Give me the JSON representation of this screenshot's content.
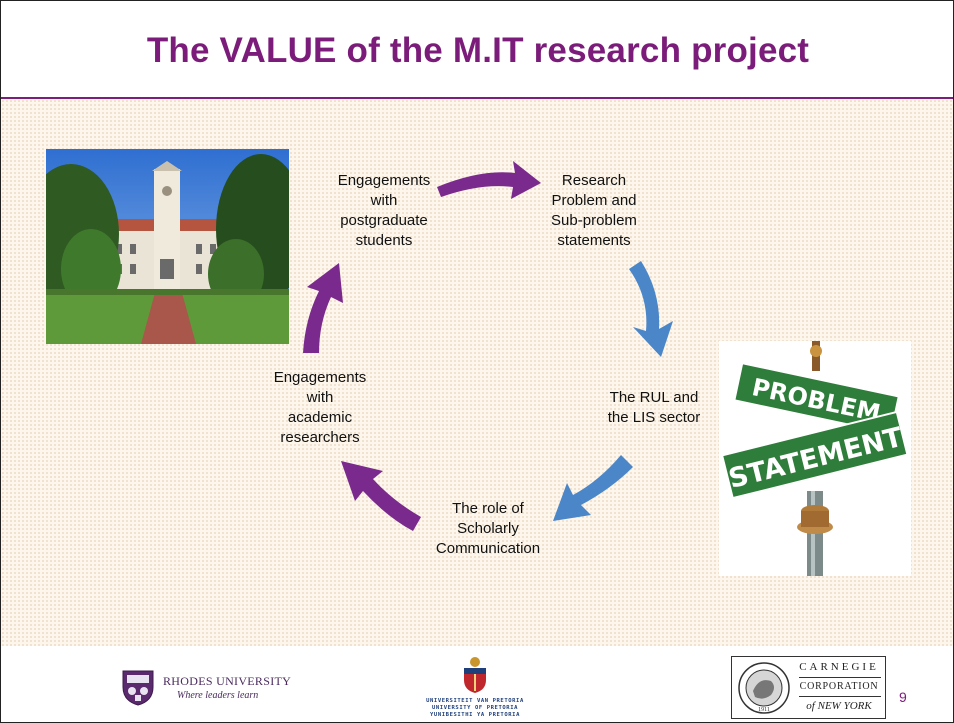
{
  "slide": {
    "title": "The VALUE of the M.IT research project",
    "page_number": "9"
  },
  "cycle": {
    "nodes": [
      {
        "lines": [
          "Engagements",
          "with",
          "postgraduate",
          "students"
        ]
      },
      {
        "lines": [
          "Research",
          "Problem and",
          "Sub-problem",
          "statements"
        ]
      },
      {
        "lines": [
          "The RUL and",
          "the LIS sector"
        ]
      },
      {
        "lines": [
          "The role of",
          "Scholarly",
          "Communication"
        ]
      },
      {
        "lines": [
          "Engagements",
          "with",
          "academic",
          "researchers"
        ]
      }
    ],
    "colors": {
      "purple_arrow": "#7a2a8c",
      "blue_arrow": "#4a86c8"
    }
  },
  "images": {
    "sign_text_top": "PROBLEM",
    "sign_text_bottom": "STATEMENT"
  },
  "logos": {
    "rhodes_name": "RHODES UNIVERSITY",
    "rhodes_motto": "Where leaders learn",
    "pretoria_line1": "UNIVERSITEIT VAN PRETORIA",
    "pretoria_line2": "UNIVERSITY OF PRETORIA",
    "pretoria_line3": "YUNIBESITHI YA PRETORIA",
    "carnegie_line1": "CARNEGIE",
    "carnegie_line2": "CORPORATION",
    "carnegie_line3": "of NEW YORK",
    "carnegie_seal_year": "1911"
  }
}
